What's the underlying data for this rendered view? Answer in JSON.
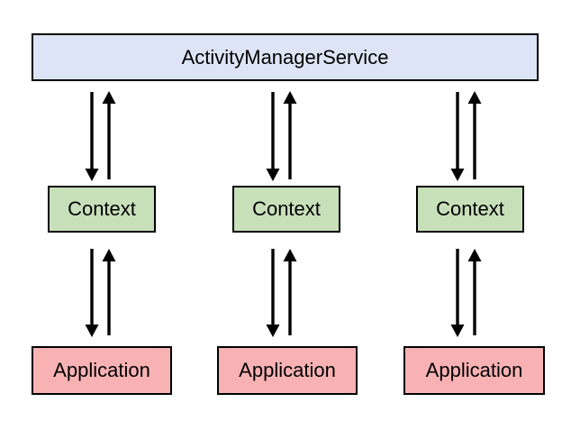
{
  "diagram": {
    "service": {
      "label": "ActivityManagerService"
    },
    "contexts": [
      {
        "label": "Context"
      },
      {
        "label": "Context"
      },
      {
        "label": "Context"
      }
    ],
    "applications": [
      {
        "label": "Application"
      },
      {
        "label": "Application"
      },
      {
        "label": "Application"
      }
    ],
    "colors": {
      "background": "#ffffff",
      "service_fill": "#dde4f6",
      "context_fill": "#c8e0ba",
      "application_fill": "#f8b2b4",
      "border": "#000000",
      "arrow": "#000000",
      "text": "#000000"
    }
  }
}
